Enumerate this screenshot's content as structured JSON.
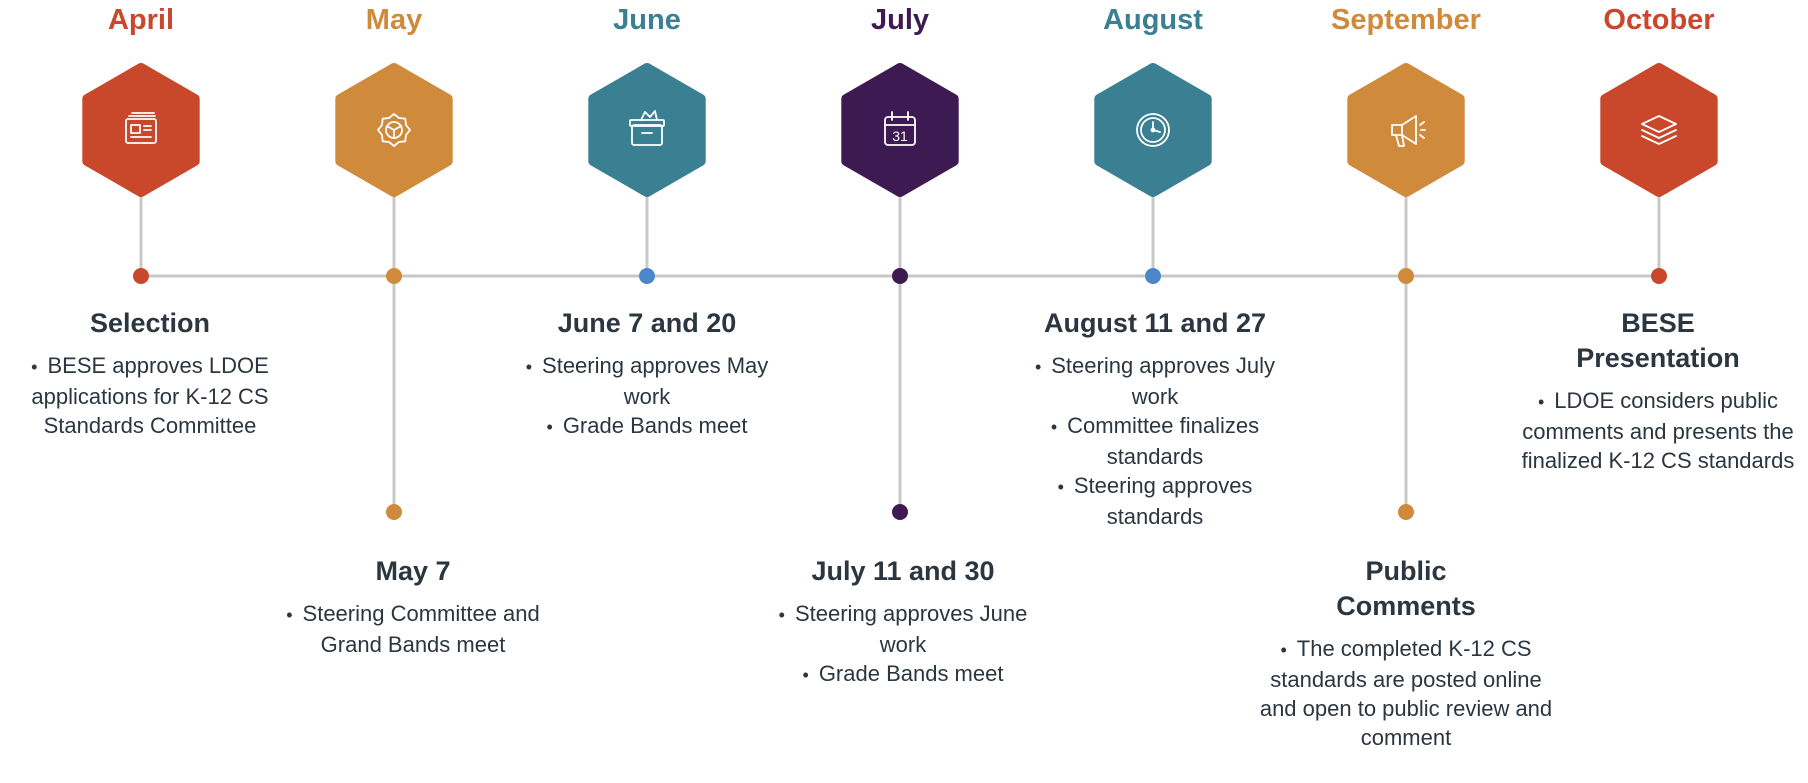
{
  "colors": {
    "red": "#c9482b",
    "orange": "#d08a3b",
    "teal": "#3a7f92",
    "purple": "#3e1a52",
    "blue": "#4b88c9",
    "line": "#c8c8c8",
    "text": "#2b3640"
  },
  "months": [
    {
      "label": "April",
      "color": "#c9482b",
      "icon": "newspaper-icon",
      "dot_color": "#c9482b",
      "stem": "up"
    },
    {
      "label": "May",
      "color": "#d08a3b",
      "icon": "gear-steering-icon",
      "dot_color": "#d08a3b",
      "stem": "down"
    },
    {
      "label": "June",
      "color": "#3a7f92",
      "icon": "archive-box-icon",
      "dot_color": "#4b88c9",
      "stem": "up"
    },
    {
      "label": "July",
      "color": "#3e1a52",
      "icon": "calendar-icon",
      "dot_color": "#3e1a52",
      "stem": "down"
    },
    {
      "label": "August",
      "color": "#3a7f92",
      "icon": "clock-icon",
      "dot_color": "#4b88c9",
      "stem": "up"
    },
    {
      "label": "September",
      "color": "#d08a3b",
      "icon": "megaphone-icon",
      "dot_color": "#d08a3b",
      "stem": "down"
    },
    {
      "label": "October",
      "color": "#c9482b",
      "icon": "layers-icon",
      "dot_color": "#c9482b",
      "stem": "up"
    }
  ],
  "calendar_number": "31",
  "events": [
    {
      "title": "Selection",
      "bullets": [
        "BESE approves LDOE applications for K-12 CS Standards Committee"
      ]
    },
    {
      "title": "May 7",
      "bullets": [
        "Steering Committee and Grand Bands meet"
      ]
    },
    {
      "title": "June 7 and 20",
      "bullets": [
        "Steering approves May work",
        "Grade Bands meet"
      ]
    },
    {
      "title": "July 11 and 30",
      "bullets": [
        "Steering approves June work",
        "Grade Bands meet"
      ]
    },
    {
      "title": "August 11 and 27",
      "bullets": [
        "Steering approves July work",
        "Committee finalizes standards",
        "Steering approves standards"
      ]
    },
    {
      "title": "Public Comments",
      "bullets": [
        "The completed K-12 CS standards are posted online and open to public review and comment"
      ]
    },
    {
      "title": "BESE Presentation",
      "bullets": [
        "LDOE considers public comments and presents the finalized K-12 CS standards"
      ]
    }
  ]
}
